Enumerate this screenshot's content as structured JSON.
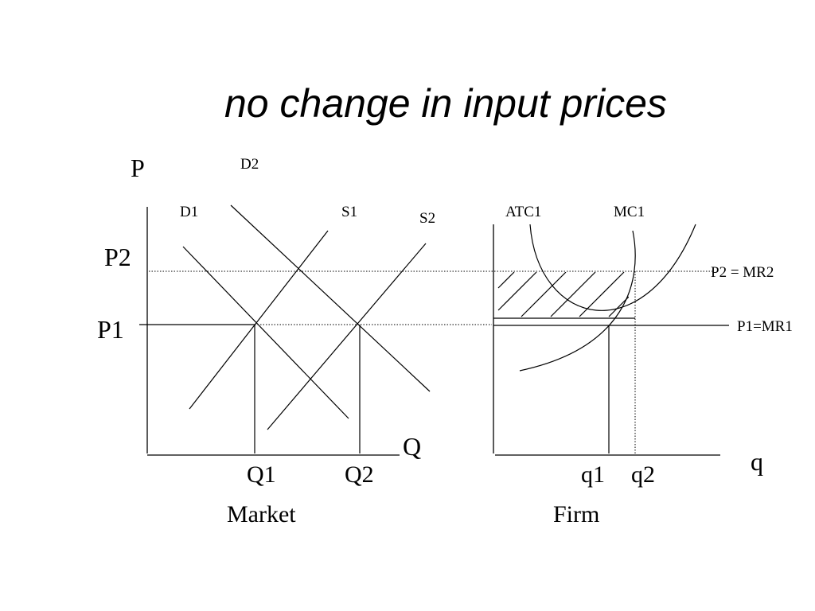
{
  "slide": {
    "title": "no change in input prices"
  },
  "market": {
    "price_axis_label": "P",
    "quantity_axis_label": "Q",
    "price_labels": {
      "p2": "P2",
      "p1": "P1"
    },
    "quantity_labels": {
      "q1": "Q1",
      "q2": "Q2"
    },
    "curve_labels": {
      "d1": "D1",
      "d2": "D2",
      "s1": "S1",
      "s2": "S2"
    },
    "caption": "Market"
  },
  "firm": {
    "quantity_axis_label": "q",
    "quantity_labels": {
      "q1": "q1",
      "q2": "q2"
    },
    "curve_labels": {
      "atc": "ATC1",
      "mc": "MC1"
    },
    "price_lines": {
      "p2": "P2 = MR2",
      "p1": "P1=MR1"
    },
    "caption": "Firm"
  }
}
